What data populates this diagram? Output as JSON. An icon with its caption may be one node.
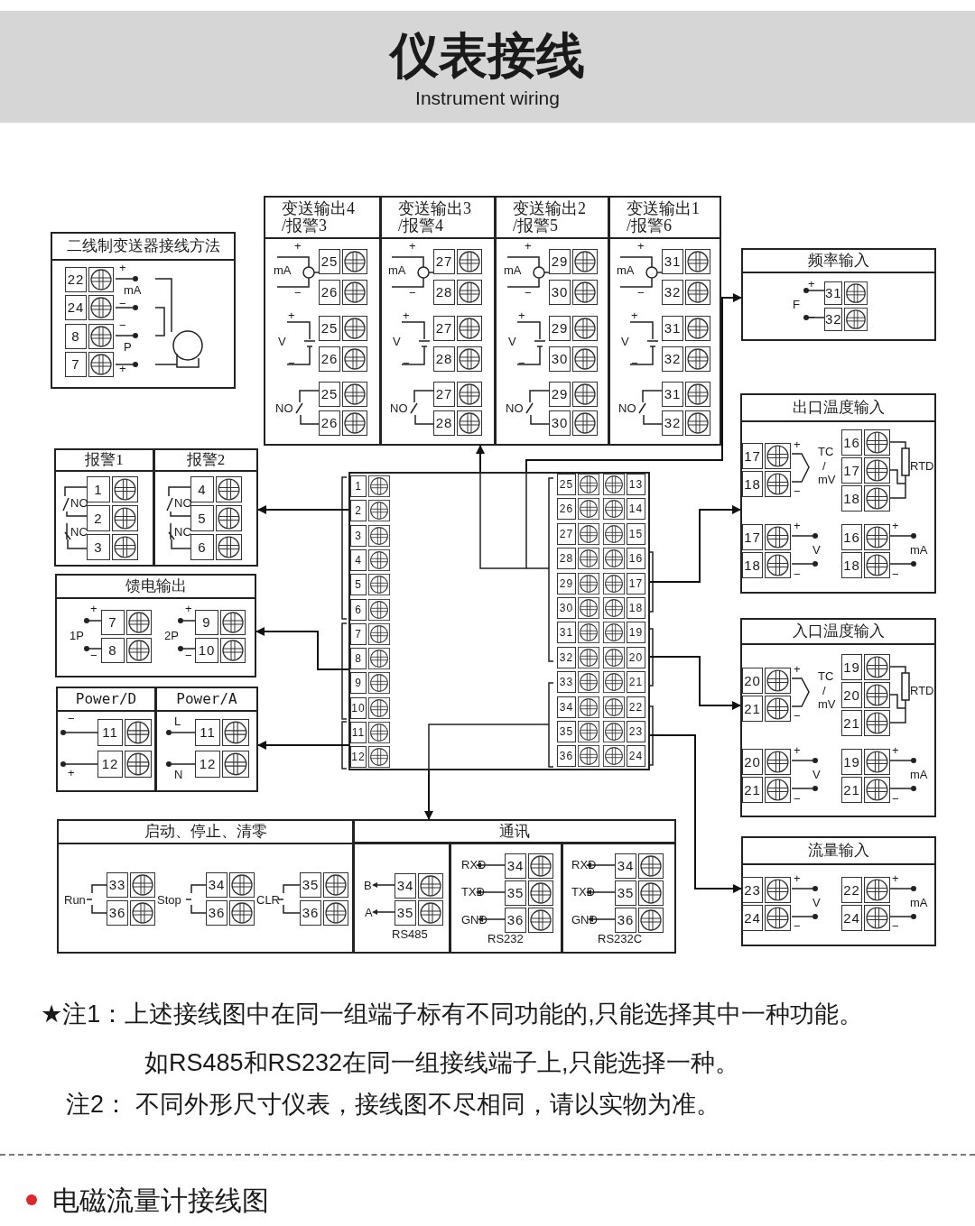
{
  "diagram": {
    "title": "仪表接线",
    "nodes": [
      {
        "text": [],
        "shape": "box"
      },
      {
        "text": [
          "变送输出4 /报警3",
          "+",
          "mA",
          "−",
          "25",
          "26",
          "+",
          "V",
          "−",
          "25",
          "26",
          "NO",
          "25",
          "26"
        ],
        "in": 0
      },
      {
        "text": [
          "变送输出3 /报警4",
          "+",
          "mA",
          "−",
          "27",
          "28",
          "+",
          "V",
          "−",
          "27",
          "28",
          "NO",
          "27",
          "28"
        ],
        "in": 0
      },
      {
        "text": [
          "变送输出2 /报警5",
          "+",
          "mA",
          "−",
          "29",
          "30",
          "+",
          "V",
          "−",
          "29",
          "30",
          "NO",
          "29",
          "30"
        ],
        "in": 0
      },
      {
        "text": [
          "变送输出1 /报警6",
          "+",
          "mA",
          "−",
          "31",
          "32",
          "+",
          "V",
          "−",
          "31",
          "32",
          "NO",
          "31",
          "32"
        ],
        "in": 0
      },
      {
        "text": [
          "二线制变送器接线方法",
          "22",
          "+",
          "mA",
          "24",
          "−",
          "8",
          "−",
          "P",
          "7",
          "+"
        ]
      },
      {
        "text": [
          "频率输入",
          "+",
          "31",
          "F",
          "−",
          "32"
        ]
      },
      {
        "text": [],
        "shape": "box"
      },
      {
        "text": [
          "报警1",
          "1",
          "NO",
          "2",
          "NC",
          "3"
        ],
        "in": 7
      },
      {
        "text": [
          "报警2",
          "4",
          "NO",
          "5",
          "NC",
          "6"
        ],
        "in": 7
      },
      {
        "text": [
          "馈电输出",
          "+",
          "7",
          "1P",
          "−",
          "8",
          "+",
          "9",
          "2P",
          "−",
          "10"
        ]
      },
      {
        "text": [],
        "shape": "box"
      },
      {
        "text": [
          "Power/D",
          "−",
          "11",
          "+",
          "12"
        ],
        "in": 11
      },
      {
        "text": [
          "Power/A",
          "L",
          "11",
          "N",
          "12"
        ],
        "in": 11
      },
      {
        "text": [
          "1",
          "2",
          "3",
          "4",
          "5",
          "6",
          "7",
          "8",
          "9",
          "10",
          "11",
          "12",
          "25",
          "13",
          "26",
          "14",
          "27",
          "15",
          "28",
          "16",
          "29",
          "17",
          "30",
          "18",
          "31",
          "19",
          "32",
          "20",
          "33",
          "21",
          "34",
          "22",
          "35",
          "23",
          "36",
          "24"
        ]
      },
      {
        "text": [
          "出口温度输入",
          "17",
          "+",
          "TC",
          "/",
          "mV",
          "18",
          "−",
          "16",
          "17",
          "18",
          "RTD",
          "17",
          "+",
          "V",
          "18",
          "−",
          "16",
          "+",
          "mA",
          "18",
          "−"
        ]
      },
      {
        "text": [
          "入口温度输入",
          "20",
          "+",
          "TC",
          "/",
          "mV",
          "21",
          "−",
          "19",
          "20",
          "21",
          "RTD",
          "20",
          "+",
          "V",
          "21",
          "−",
          "19",
          "+",
          "mA",
          "21",
          "−"
        ]
      },
      {
        "text": [
          "流量输入",
          "23",
          "+",
          "V",
          "24",
          "−",
          "22",
          "+",
          "mA",
          "24",
          "−"
        ]
      },
      {
        "text": [],
        "shape": "box"
      },
      {
        "text": [
          "启动、停止、清零",
          "Run",
          "33",
          "36",
          "Stop",
          "34",
          "36",
          "CLR",
          "35",
          "36"
        ],
        "in": 18
      },
      {
        "text": [
          "通讯"
        ],
        "in": 18
      },
      {
        "text": [
          "B",
          "34",
          "A",
          "35",
          "RS485"
        ],
        "in": 20
      },
      {
        "text": [
          "RXD",
          "34",
          "TXD",
          "35",
          "GND",
          "36",
          "RS232"
        ],
        "in": 20
      },
      {
        "text": [
          "RXD",
          "34",
          "TXD",
          "35",
          "GND",
          "36",
          "RS232C"
        ],
        "in": 20
      }
    ],
    "edges": [
      {
        "from": 14,
        "to": 7,
        "arrow": "to"
      },
      {
        "from": 14,
        "to": 10,
        "arrow": "to"
      },
      {
        "from": 14,
        "to": 11,
        "arrow": "to"
      },
      {
        "from": 14,
        "to": 20,
        "arrow": "to"
      },
      {
        "from": 14,
        "to": 0,
        "arrow": "to"
      },
      {
        "from": 14,
        "to": 6,
        "arrow": "to"
      },
      {
        "from": 14,
        "to": 15,
        "arrow": "to"
      },
      {
        "from": 14,
        "to": 16,
        "arrow": "to"
      },
      {
        "from": 14,
        "to": 17,
        "arrow": "to"
      }
    ],
    "labels": [
      "Instrument wiring",
      "★注1：上述接线图中在同一组端子标有不同功能的,只能选择其中一种功能。如RS485和RS232在同一组接线端子上,只能选择一种。",
      "注2： 不同外形尺寸仪表，接线图不尽相同，请以实物为准。",
      "电磁流量计接线图"
    ]
  }
}
